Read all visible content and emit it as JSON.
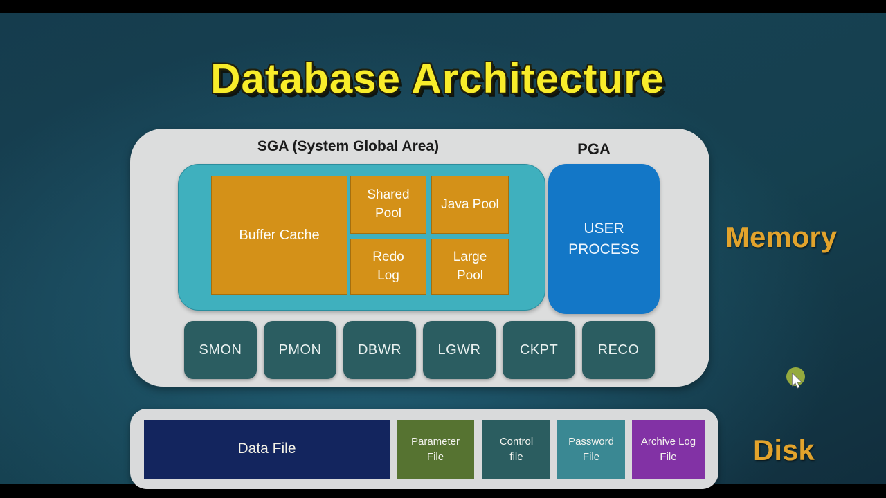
{
  "title": "Database Architecture",
  "memory": {
    "side_label": "Memory",
    "sga": {
      "label": "SGA (System Global Area)",
      "buffer_cache": "Buffer Cache",
      "shared_pool": "Shared Pool",
      "java_pool": "Java Pool",
      "redo_log": "Redo Log",
      "large_pool": "Large Pool"
    },
    "pga": {
      "label": "PGA",
      "user_process": "USER PROCESS"
    },
    "processes": [
      "SMON",
      "PMON",
      "DBWR",
      "LGWR",
      "CKPT",
      "RECO"
    ]
  },
  "disk": {
    "side_label": "Disk",
    "files": [
      {
        "label": "Data File",
        "color": "#13255e"
      },
      {
        "label": "Parameter File",
        "color": "#567331"
      },
      {
        "label": "Control file",
        "color": "#2b5d60"
      },
      {
        "label": "Password File",
        "color": "#3a8893"
      },
      {
        "label": "Archive Log File",
        "color": "#8232a5"
      }
    ]
  },
  "colors": {
    "title_yellow": "#f8ec2a",
    "side_label_orange": "#e2a32c",
    "panel_gray": "#dcdddd",
    "sga_teal": "#3fb0be",
    "sga_inner_orange": "#d49118",
    "pga_blue": "#1377c7",
    "process_teal": "#2b5d61",
    "cursor_highlight_green": "#95aa3e",
    "background_dark_teal": "#15404f"
  }
}
